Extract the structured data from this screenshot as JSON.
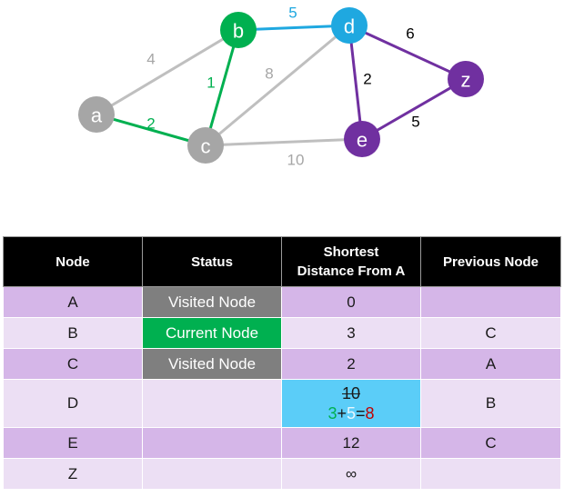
{
  "graph": {
    "nodes": [
      {
        "id": "a",
        "label": "a",
        "color": "#a6a6a6"
      },
      {
        "id": "b",
        "label": "b",
        "color": "#00b050"
      },
      {
        "id": "c",
        "label": "c",
        "color": "#a6a6a6"
      },
      {
        "id": "d",
        "label": "d",
        "color": "#1fa8e0"
      },
      {
        "id": "e",
        "label": "e",
        "color": "#7030a0"
      },
      {
        "id": "z",
        "label": "z",
        "color": "#7030a0"
      }
    ],
    "edges": [
      {
        "from": "a",
        "to": "b",
        "weight": "4",
        "color": "#bfbfbf",
        "label_color": "#a6a6a6"
      },
      {
        "from": "a",
        "to": "c",
        "weight": "2",
        "color": "#00b050",
        "label_color": "#00b050"
      },
      {
        "from": "b",
        "to": "c",
        "weight": "1",
        "color": "#00b050",
        "label_color": "#00b050"
      },
      {
        "from": "b",
        "to": "d",
        "weight": "5",
        "color": "#1fa8e0",
        "label_color": "#1fa8e0"
      },
      {
        "from": "c",
        "to": "d",
        "weight": "8",
        "color": "#bfbfbf",
        "label_color": "#a6a6a6"
      },
      {
        "from": "c",
        "to": "e",
        "weight": "10",
        "color": "#bfbfbf",
        "label_color": "#a6a6a6"
      },
      {
        "from": "d",
        "to": "e",
        "weight": "2",
        "color": "#7030a0",
        "label_color": "#000000"
      },
      {
        "from": "d",
        "to": "z",
        "weight": "6",
        "color": "#7030a0",
        "label_color": "#000000"
      },
      {
        "from": "e",
        "to": "z",
        "weight": "5",
        "color": "#7030a0",
        "label_color": "#000000"
      }
    ]
  },
  "table": {
    "headers": {
      "node": "Node",
      "status": "Status",
      "distance_line1": "Shortest",
      "distance_line2": "Distance From A",
      "previous": "Previous Node"
    },
    "rows": [
      {
        "node": "A",
        "status": "Visited Node",
        "distance": "0",
        "previous": ""
      },
      {
        "node": "B",
        "status": "Current Node",
        "distance": "3",
        "previous": "C"
      },
      {
        "node": "C",
        "status": "Visited Node",
        "distance": "2",
        "previous": "A"
      },
      {
        "node": "D",
        "status": "",
        "distance_old": "10",
        "distance_a": "3",
        "distance_plus": "+",
        "distance_b": "5",
        "distance_eq": "=",
        "distance_new": "8",
        "previous": "B"
      },
      {
        "node": "E",
        "status": "",
        "distance": "12",
        "previous": "C"
      },
      {
        "node": "Z",
        "status": "",
        "distance": "∞",
        "previous": ""
      }
    ]
  }
}
